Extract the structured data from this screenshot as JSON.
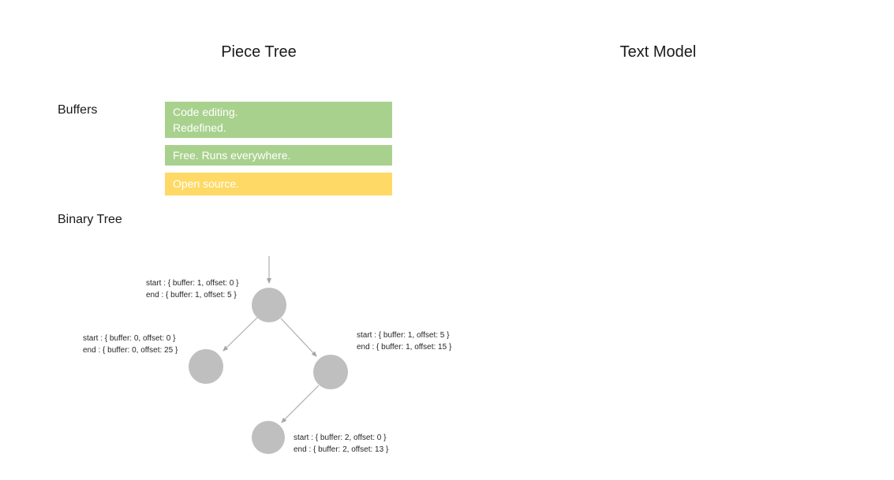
{
  "titles": {
    "left": "Piece Tree",
    "right": "Text Model"
  },
  "labels": {
    "buffers": "Buffers",
    "binary_tree": "Binary Tree"
  },
  "buffers": [
    {
      "name": "buffer-box-1",
      "color": "#a9d18e",
      "lines": [
        "Code editing.",
        "Redefined."
      ]
    },
    {
      "name": "buffer-box-2",
      "color": "#a9d18e",
      "lines": [
        "Free. Runs everywhere."
      ]
    },
    {
      "name": "buffer-box-3",
      "color": "#ffd966",
      "lines": [
        "Open source."
      ]
    }
  ],
  "tree": {
    "nodes": [
      {
        "name": "root-node",
        "start": "start : { buffer: 1, offset: 0 }",
        "end": "end : { buffer: 1, offset: 5 }"
      },
      {
        "name": "left-child",
        "start": "start : { buffer: 0, offset: 0 }",
        "end": "end : { buffer: 0, offset: 25 }"
      },
      {
        "name": "right-child",
        "start": "start : { buffer: 1, offset: 5 }",
        "end": "end : { buffer: 1, offset: 15 }"
      },
      {
        "name": "bottom-child",
        "start": "start : { buffer: 2, offset: 0 }",
        "end": "end : { buffer: 2, offset: 13 }"
      }
    ]
  },
  "colors": {
    "buffer_green": "#a9d18e",
    "buffer_yellow": "#ffd966",
    "node_gray": "#bfbfbf",
    "edge_gray": "#a6a6a6",
    "text_dark": "#1a1a1a",
    "box_text": "#ffffff"
  }
}
